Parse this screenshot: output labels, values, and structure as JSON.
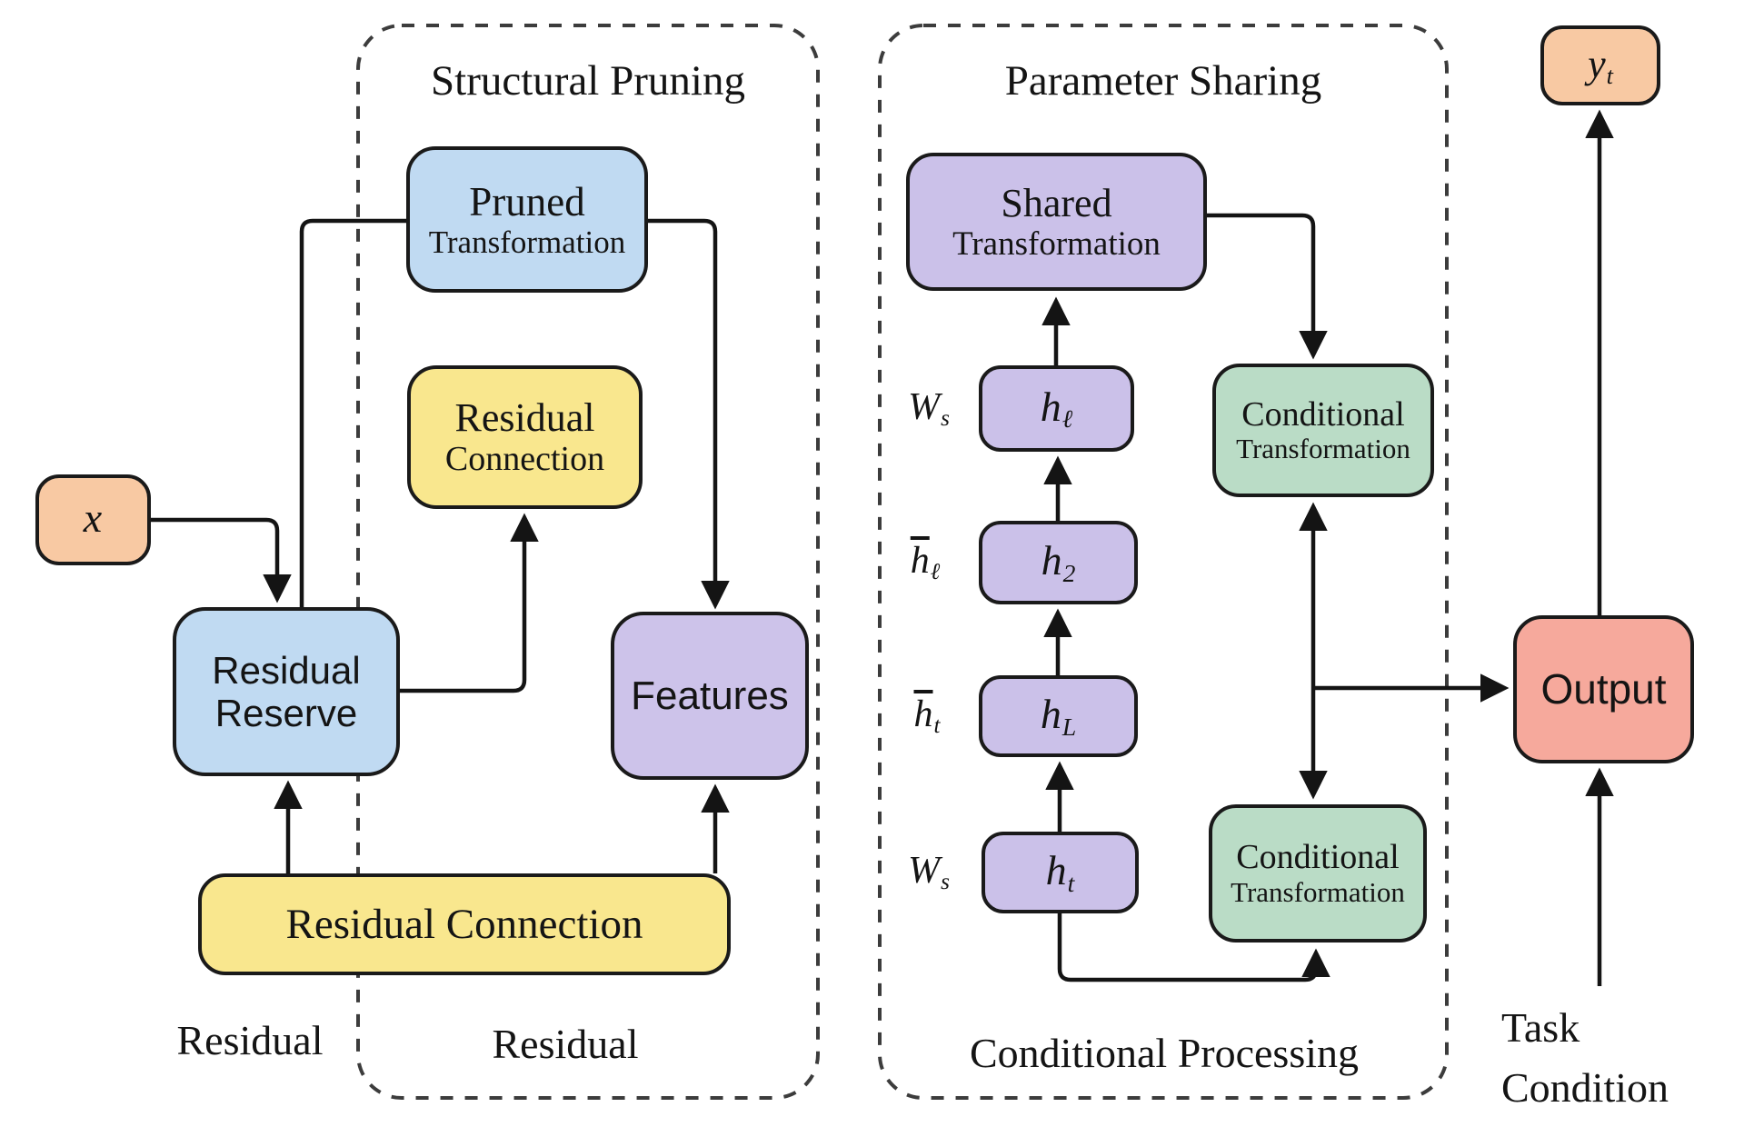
{
  "palette": {
    "background": "#ffffff",
    "box_border": "#1a1a1a",
    "arrow": "#141414",
    "dashed_border": "#3c3c3c",
    "text": "#141414",
    "peach": "#f8c9a3",
    "blue": "#c0daf2",
    "yellow": "#f9e78e",
    "purple": "#cbc1e9",
    "purple_light": "#cdc3ea",
    "green": "#badcc6",
    "salmon": "#f6a99c"
  },
  "groups": {
    "structural_pruning": {
      "title": "Structural Pruning"
    },
    "parameter_sharing": {
      "title": "Parameter Sharing"
    }
  },
  "nodes": {
    "x_input": {
      "var": {
        "base": "x",
        "sub": "",
        "bar": false
      }
    },
    "pruned_transformation": {
      "line1": "Pruned",
      "line2": "Transformation"
    },
    "residual_connection_small": {
      "line1": "Residual",
      "line2": "Connection"
    },
    "residual_reserve": {
      "line1": "Residual",
      "line2": "Reserve"
    },
    "features": {
      "label": "Features"
    },
    "residual_connection_wide": {
      "label": "Residual Connection"
    },
    "shared_transformation": {
      "line1": "Shared",
      "line2": "Transformation"
    },
    "h_ell": {
      "var": {
        "base": "h",
        "sub": "ℓ",
        "bar": false
      }
    },
    "h_2": {
      "var": {
        "base": "h",
        "sub": "2",
        "bar": false
      }
    },
    "h_L": {
      "var": {
        "base": "h",
        "sub": "L",
        "bar": false
      }
    },
    "h_t": {
      "var": {
        "base": "h",
        "sub": "t",
        "bar": false
      }
    },
    "conditional_transformation_top": {
      "line1": "Conditional",
      "line2": "Transformation"
    },
    "conditional_transformation_bottom": {
      "line1": "Conditional",
      "line2": "Transformation"
    },
    "output": {
      "label": "Output"
    },
    "y_t": {
      "var": {
        "base": "y",
        "sub": "t",
        "bar": false
      }
    }
  },
  "side_labels": {
    "w_s_top": {
      "base": "W",
      "sub": "s",
      "bar": false
    },
    "h_bar_ell": {
      "base": "h",
      "sub": "ℓ",
      "bar": true
    },
    "h_bar_t": {
      "base": "h",
      "sub": "t",
      "bar": true
    },
    "w_s_bottom": {
      "base": "W",
      "sub": "s",
      "bar": false
    }
  },
  "captions": {
    "residual_left": "Residual",
    "residual_right": "Residual",
    "conditional_processing": "Conditional Processing",
    "task_condition_line1": "Task",
    "task_condition_line2": "Condition"
  }
}
